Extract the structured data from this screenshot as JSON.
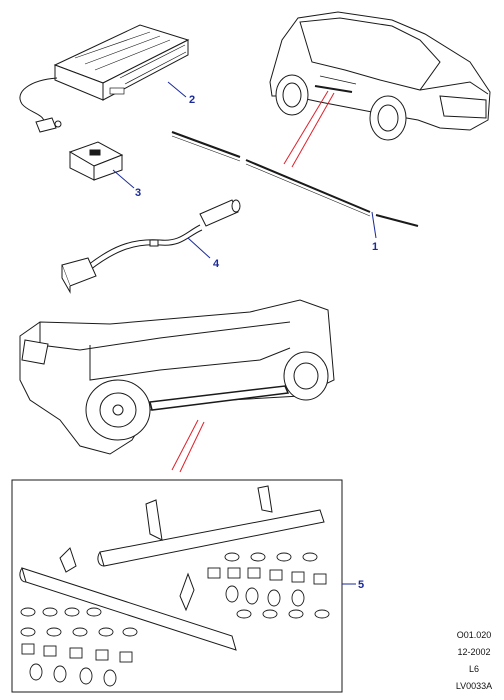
{
  "callouts": {
    "c1": "1",
    "c2": "2",
    "c3": "3",
    "c4": "4",
    "c5": "5"
  },
  "meta": {
    "code": "O01.020",
    "date": "12-2002",
    "level": "L6",
    "ref": "LV0033A"
  },
  "colors": {
    "line": "#1a1a1a",
    "leader": "#1a2a9a",
    "callout": "#1a2a9a",
    "highlight": "#e0202a"
  }
}
